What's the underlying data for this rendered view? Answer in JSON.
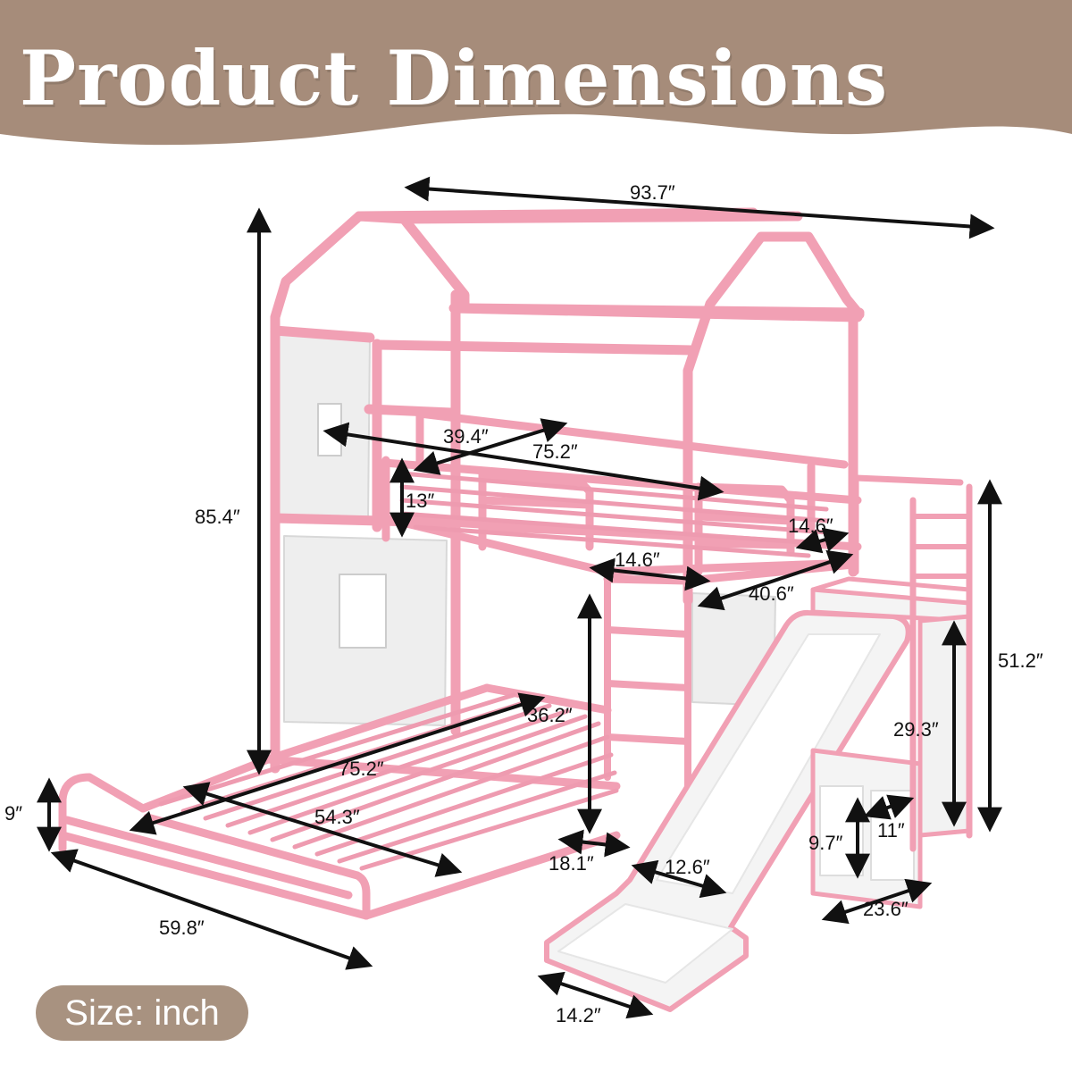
{
  "title": "Product Dimensions",
  "size_badge": "Size: inch",
  "colors": {
    "banner": "#a68c7a",
    "frame_pink": "#f1a0b4",
    "frame_pink_dark": "#d97d95",
    "canvas_white": "#eeeeee",
    "dimension_line": "#111111",
    "badge": "#a89280"
  },
  "icons": [
    "arrow-icon"
  ],
  "dimensions": {
    "overall_length": "93.7″",
    "overall_height": "85.4″",
    "top_width": "39.4″",
    "top_length": "75.2″",
    "guardrail_height": "13″",
    "guardrail_gap_right": "14.6″",
    "guardrail_gap_front": "14.6″",
    "top_depth": "40.6″",
    "stair_height": "51.2″",
    "under_clearance": "36.2″",
    "stair_inner_height": "29.3″",
    "bottom_length": "75.2″",
    "bottom_width": "54.3″",
    "bottom_height": "9″",
    "bottom_depth": "59.8″",
    "ladder_gap": "18.1″",
    "slide_width": "12.6″",
    "cubby_width": "11″",
    "cubby_height": "9.7″",
    "stair_depth": "23.6″",
    "slide_end": "14.2″"
  }
}
